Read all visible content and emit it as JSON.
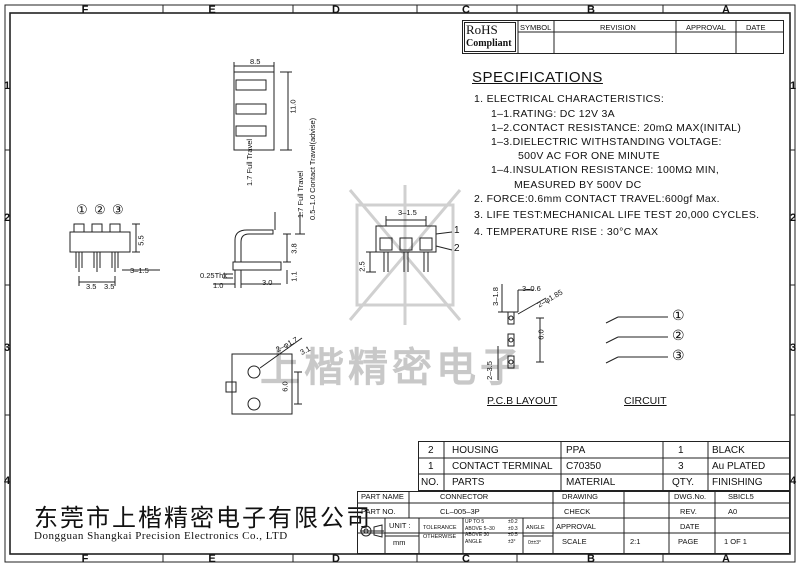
{
  "zones": {
    "top": [
      "F",
      "E",
      "D",
      "C",
      "B",
      "A"
    ],
    "bottom": [
      "F",
      "E",
      "D",
      "C",
      "B",
      "A"
    ],
    "left": [
      "1",
      "2",
      "3",
      "4"
    ],
    "right": [
      "1",
      "2",
      "3",
      "4"
    ]
  },
  "rohs": {
    "line1": "RoHS",
    "line2": "Compliant"
  },
  "revision_header": {
    "symbol": "SYMBOL",
    "revision": "REVISION",
    "approval": "APPROVAL",
    "date": "DATE"
  },
  "specs": {
    "title": "SPECIFICATIONS",
    "lines": [
      "1. ELECTRICAL CHARACTERISTICS:",
      "1–1.RATING: DC 12V 3A",
      "1–2.CONTACT RESISTANCE: 20mΩ MAX(INITAL)",
      "1–3.DIELECTRIC WITHSTANDING VOLTAGE:",
      "500V AC FOR ONE MINUTE",
      "1–4.INSULATION RESISTANCE: 100MΩ MIN,",
      "MEASURED BY 500V DC",
      "2. FORCE:0.6mm CONTACT TRAVEL:600gf Max.",
      "3. LIFE TEST:MECHANICAL LIFE TEST 20,000 CYCLES.",
      "4. TEMPERATURE RISE : 30°C MAX"
    ]
  },
  "dims": {
    "top_width": "8.5",
    "top_height": "11.0",
    "travel_1": "1.7 Full Travel",
    "travel_2": "0.5–1.0 Contact Travel(advise)",
    "side_38": "3.8",
    "side_11": "1.1",
    "thk": "0.25Thk",
    "side_10": "1.0",
    "side_30": "3.0",
    "front_55": "5.5",
    "front_pitch_1": "3.5",
    "front_pitch_2": "3.5",
    "front_315": "3–1.5",
    "pin_circles": [
      "①",
      "②",
      "③"
    ],
    "mid_315": "3–1.5",
    "mid_25": "2.5",
    "mid_pin_1": "1",
    "mid_pin_2": "2",
    "bottom_hole": "2–φ1.7",
    "bottom_31": "3.1",
    "bottom_60": "6.0",
    "pcb_318": "3–1.8",
    "pcb_306": "3–0.6",
    "pcb_hole": "2–φ1.85",
    "pcb_60": "6.0",
    "pcb_235": "2–3.5"
  },
  "labels": {
    "pcb_layout": "P.C.B LAYOUT",
    "circuit": "CIRCUIT",
    "circuit_pins": [
      "①",
      "②",
      "③"
    ]
  },
  "watermark": "上楷精密电子",
  "parts_table": {
    "rows": [
      {
        "no": "2",
        "part": "HOUSING",
        "material": "PPA",
        "qty": "1",
        "finishing": "BLACK"
      },
      {
        "no": "1",
        "part": "CONTACT TERMINAL",
        "material": "C70350",
        "qty": "3",
        "finishing": "Au PLATED"
      }
    ],
    "header": {
      "no": "NO.",
      "part": "PARTS",
      "material": "MATERIAL",
      "qty": "QTY.",
      "finishing": "FINISHING"
    }
  },
  "company": {
    "cn": "东莞市上楷精密电子有限公司",
    "en": "Dongguan Shangkai Precision Electronics Co., LTD"
  },
  "title_block": {
    "part_name_label": "PART NAME",
    "part_name": "CONNECTOR",
    "part_no_label": "PART NO.",
    "part_no": "CL–005–3P",
    "unit_label": "UNIT :",
    "unit": "mm",
    "tolerance": "TOLERANCE",
    "otherwise": "OTHERWISE",
    "tol_rows": [
      "UP TO 5",
      "ABOVE 5–30",
      "ABOVE 30",
      "ANGLE"
    ],
    "tol_vals": [
      "±0.2",
      "±0.3",
      "±0.5",
      "±3°"
    ],
    "angle_label": "ANGLE",
    "angle_val": "0±±3°",
    "drawing": "DRAWING",
    "check": "CHECK",
    "approval": "APPROVAL",
    "scale_label": "SCALE",
    "scale": "2:1",
    "dwg_no_label": "DWG.No.",
    "dwg_no": "SBICL5",
    "rev_label": "REV.",
    "rev": "A0",
    "date_label": "DATE",
    "page_label": "PAGE",
    "page": "1 OF 1"
  }
}
